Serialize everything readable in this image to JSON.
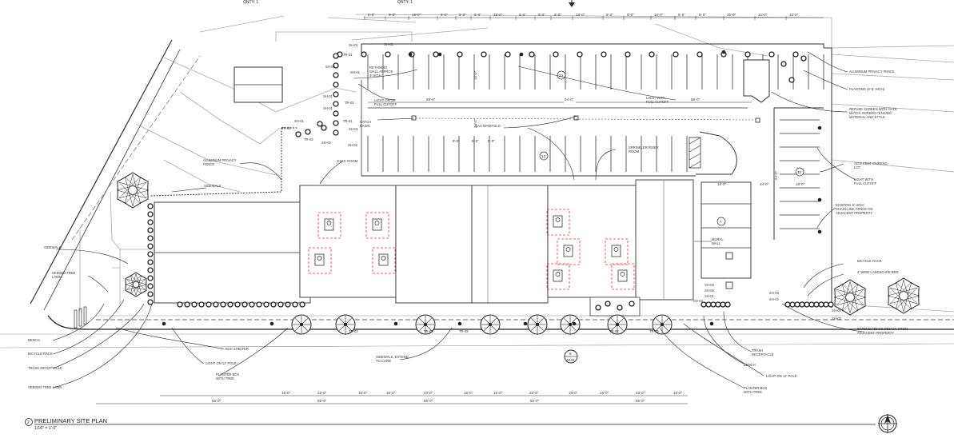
{
  "top_labels": [
    "QNTY: 1",
    "QNTY: 1"
  ],
  "labels": {
    "retaining_wall": [
      "RETAINING",
      "WALL APPROX",
      "3' HIGH"
    ],
    "light_15_top": [
      "LIGHT ON 15'",
      "FULL CUTOFF"
    ],
    "light_full_cutoff_top": [
      "LIGHT WITH",
      "FULL CUTOFF"
    ],
    "aluminum_privacy_fence_right": "ALUMINUM PRIVACY FENCE",
    "planting": "PLANTING (6'-8' HIGH)",
    "refuse": [
      "REFUSE SCREEN WITH GATE",
      "MATCH SCREEN FENCING",
      "MATERIAL AND STYLE"
    ],
    "catch_basin": [
      "CATCH",
      "BASIN"
    ],
    "gas_manifold": "GAS MANIFOLD",
    "sprinkler": [
      "SPRINKLER RISER",
      "ROOM"
    ],
    "aluminum_privacy_fence_left": [
      "ALUMINUM PRIVACY",
      "FENCE"
    ],
    "elec_room": "ELEC ROOM",
    "sidewalk_top": "SIDEWALK",
    "adjacent_parking": [
      "ADJACENT PARKING",
      "LOT"
    ],
    "light_full_cutoff_right": [
      "LIGHT WITH",
      "FULL CUTOFF"
    ],
    "existing_fence": [
      "EXISTING 6' HIGH",
      "CHAIN-LINK FENCE ON",
      "ADJACENT PROPERTY"
    ],
    "mural_wall": [
      "MURAL",
      "WALL"
    ],
    "bicycle_rack_right": "BICYCLE RACK",
    "landscape_bed": "4' WIDE LANDSCAPE BED",
    "extend_fence": [
      "EXTEND FENCE DESIGN FROM",
      "ADJACENT PROPERTY"
    ],
    "trash_right": [
      "TRASH",
      "RECEPTACLE"
    ],
    "bench_right": "BENCH",
    "light_12_right": "LIGHT ON 12' POLE",
    "planter_right": [
      "PLANTER BOX",
      "WITH TREE"
    ],
    "sidewalk_left": "SIDEWALK",
    "seeded_lawn_top": [
      "SEEDED TREE",
      "LAWN"
    ],
    "bench_left": "BENCH",
    "bicycle_rack_left": "BICYCLE RACK",
    "trash_left": "TRASH RECEPTACLE",
    "seeded_lawn_bottom": "SEEDED TREE LAWN",
    "bus_shelter": "BUS SHELTER",
    "light_12_left": "LIGHT ON 12' POLE",
    "planter_left": [
      "PLANTER BOX",
      "WITH TREE"
    ],
    "sidewalk_extend": [
      "SIDEWALK, EXTEND",
      "TO CURB"
    ]
  },
  "stall_counts": [
    "23",
    "13",
    "11",
    "7"
  ],
  "plant_tags": [
    "SH-01",
    "TR-01",
    "SH-01",
    "SH-03",
    "SH-01",
    "SH-01",
    "SH-01",
    "TR-02",
    "TR-01",
    "SH-01",
    "SH-01",
    "TR-03",
    "SH-02",
    "SH-02",
    "SH-03",
    "SH-03",
    "SH-02",
    "SH-01",
    "SH-03",
    "SH-02",
    "SH-02",
    "SH-03",
    "TR-03",
    "TR-03",
    "TR-03",
    "TR-03",
    "TR-03",
    "TR-02"
  ],
  "top_dims": [
    "9'-0\"",
    "9'-0\"",
    "18'-0\"",
    "9'-0\"",
    "9'-0\"",
    "9'-0\"",
    "18'-0\"",
    "9'-0\"",
    "9'-0\"",
    "9'-0\"",
    "18'-0\"",
    "9'-0\"",
    "9'-0\"",
    "18'-0\"",
    "9'-0\"",
    "9'-0\"",
    "20'-0\"",
    "12'-0\"",
    "12'-0\""
  ],
  "mid_dims": [
    "58'-0\"",
    "54'-0\"",
    "58'-0\"",
    "9'-0\"",
    "9'-0\"",
    "9'-0\"",
    "18'-0\"",
    "24'-0\"",
    "18'-0\"",
    "18'-0\"",
    "24'-0\"",
    "24'-0\""
  ],
  "bottom_dims": [
    "16'-0\"",
    "23'-0\"",
    "16'-0\"",
    "16'-0\"",
    "23'-0\"",
    "16'-0\"",
    "16'-0\"",
    "23'-0\"",
    "16'-0\"",
    "16'-0\"",
    "23'-0\"",
    "16'-0\""
  ],
  "bottom_dims_2": [
    "55'-0\"",
    "55'-0\"",
    "55'-0\"",
    "55'-0\"",
    "55'-0\""
  ],
  "section_marker": {
    "top": "8",
    "bottom": "A0.01"
  },
  "title": {
    "number": "2",
    "name": "PRELIMINARY SITE PLAN",
    "scale": "1/16\" = 1'-0\""
  }
}
